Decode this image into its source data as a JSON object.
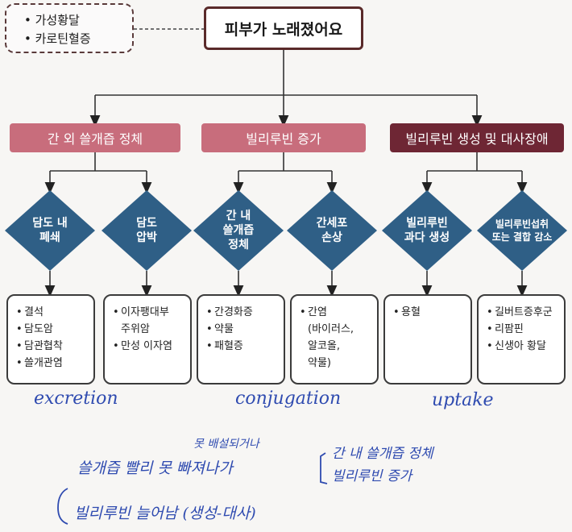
{
  "root": {
    "title": "피부가 노래졌어요"
  },
  "differential": [
    "가성황달",
    "카로틴혈증"
  ],
  "categories": [
    {
      "label": "간 외 쓸개즙 정체",
      "color": "#c86d7c"
    },
    {
      "label": "빌리루빈 증가",
      "color": "#c86d7c"
    },
    {
      "label": "빌리루빈 생성 및 대사장애",
      "color": "#6e2634"
    }
  ],
  "mechanisms": [
    {
      "label": "담도 내\n폐쇄"
    },
    {
      "label": "담도\n압박"
    },
    {
      "label": "간 내\n쓸개즙\n정체"
    },
    {
      "label": "간세포\n손상"
    },
    {
      "label": "빌리루빈\n과다 생성"
    },
    {
      "label": "빌리루빈섭취\n또는 결합 감소"
    }
  ],
  "causes": [
    {
      "items": [
        "결석",
        "담도암",
        "담관협착",
        "쓸개관염"
      ]
    },
    {
      "items": [
        "이자팽대부\n주위암",
        "만성 이자염"
      ]
    },
    {
      "items": [
        "간경화증",
        "약물",
        "패혈증"
      ]
    },
    {
      "items": [
        "간염\n(바이러스,\n알코올,\n약물)"
      ]
    },
    {
      "items": [
        "용혈"
      ]
    },
    {
      "items": [
        "길버트증후군",
        "리팜핀",
        "신생아 황달"
      ]
    }
  ],
  "handwriting": {
    "note_excretion": "excretion",
    "note_conjugation": "conjugation",
    "note_uptake": "uptake",
    "line1_insert": "못 배설되거나",
    "line1": "쓸개즙 빨리 못 빠져나가",
    "bracket_a": "간 내 쓸개즙 정체",
    "bracket_b": "빌리루빈 증가",
    "line2": "빌리루빈 늘어남 (생성-대사)"
  },
  "colors": {
    "diamond": "#2f5f86",
    "pink_bar": "#c86d7c",
    "dark_bar": "#6e2634",
    "ink": "#2f4bb0"
  }
}
